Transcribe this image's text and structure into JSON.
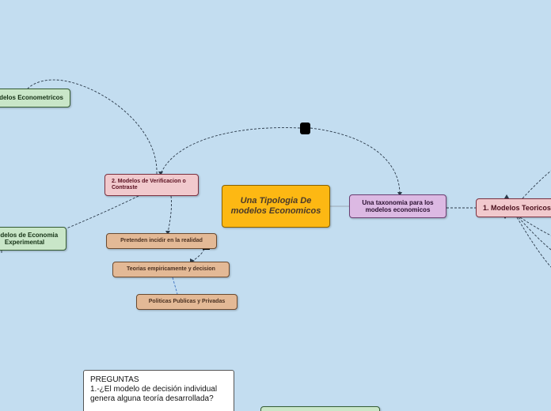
{
  "central": {
    "label": "Una Tipologia De modelos Economicos"
  },
  "nodes": {
    "taxonomia": "Una taxonomia para los modelos economicos",
    "teoricos": "1. Modelos Teoricos",
    "verificacion": "2. Modelos de Verificacion o Contraste",
    "econometricos": "Modelos Econometricos",
    "experimental": "Modelos de Economia Experimental",
    "pretenden": "Pretenden incidir en la realidad",
    "teorias": "Teorias empiricamente y decision",
    "politicas": "Politicas Publicas y Privadas",
    "bottom_green": ""
  },
  "note": {
    "title": "PREGUNTAS",
    "body": "1.-¿El modelo de decisión individual genera alguna teoría desarrollada?"
  },
  "colors": {
    "background": "#c3ddf0",
    "central": "#fdb813",
    "purple": "#dcb9e3",
    "pink": "#f1c9cd",
    "green": "#c9e6c8",
    "tan": "#e3b996",
    "connector": "#2b3a4a",
    "connector_blue": "#3a6fbf"
  }
}
